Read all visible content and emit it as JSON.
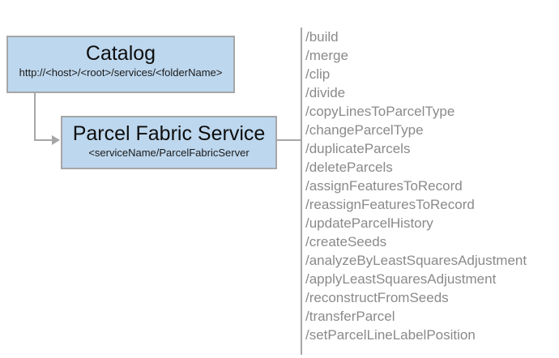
{
  "catalog_box": {
    "title": "Catalog",
    "subtitle": "http://<host>/<root>/services/<folderName>"
  },
  "service_box": {
    "title": "Parcel Fabric Service",
    "subtitle": "<serviceName/ParcelFabricServer"
  },
  "endpoints": [
    "/build",
    "/merge",
    "/clip",
    "/divide",
    "/copyLinesToParcelType",
    "/changeParcelType",
    "/duplicateParcels",
    "/deleteParcels",
    "/assignFeaturesToRecord",
    "/reassignFeaturesToRecord",
    "/updateParcelHistory",
    "/createSeeds",
    "/analyzeByLeastSquaresAdjustment",
    "/applyLeastSquaresAdjustment",
    "/reconstructFromSeeds",
    "/transferParcel",
    "/setParcelLineLabelPosition"
  ],
  "colors": {
    "box_fill": "#BDD7EE",
    "box_border": "#A6A6A6",
    "connector": "#A6A6A6",
    "divider": "#A6A6A6",
    "list_text": "#8A8A8A",
    "title_text": "#0D0D0D",
    "subtitle_text": "#1A1A1A",
    "background": "#FFFFFF"
  }
}
